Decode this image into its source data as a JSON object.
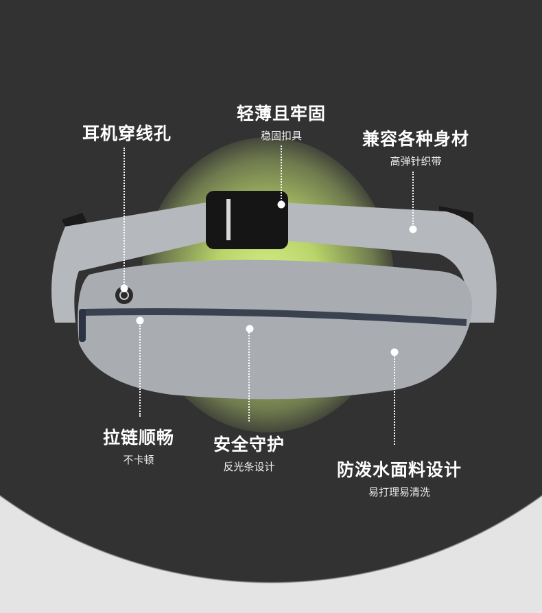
{
  "features": [
    {
      "title": "耳机穿线孔",
      "subtitle": ""
    },
    {
      "title": "轻薄且牢固",
      "subtitle": "稳固扣具"
    },
    {
      "title": "兼容各种身材",
      "subtitle": "高弹针织带"
    },
    {
      "title": "拉链顺畅",
      "subtitle": "不卡顿"
    },
    {
      "title": "安全守护",
      "subtitle": "反光条设计"
    },
    {
      "title": "防泼水面料设计",
      "subtitle": "易打理易清洗"
    }
  ],
  "colors": {
    "background": "#323232",
    "glow": "#d7f08a",
    "product": "#a9adb2"
  }
}
